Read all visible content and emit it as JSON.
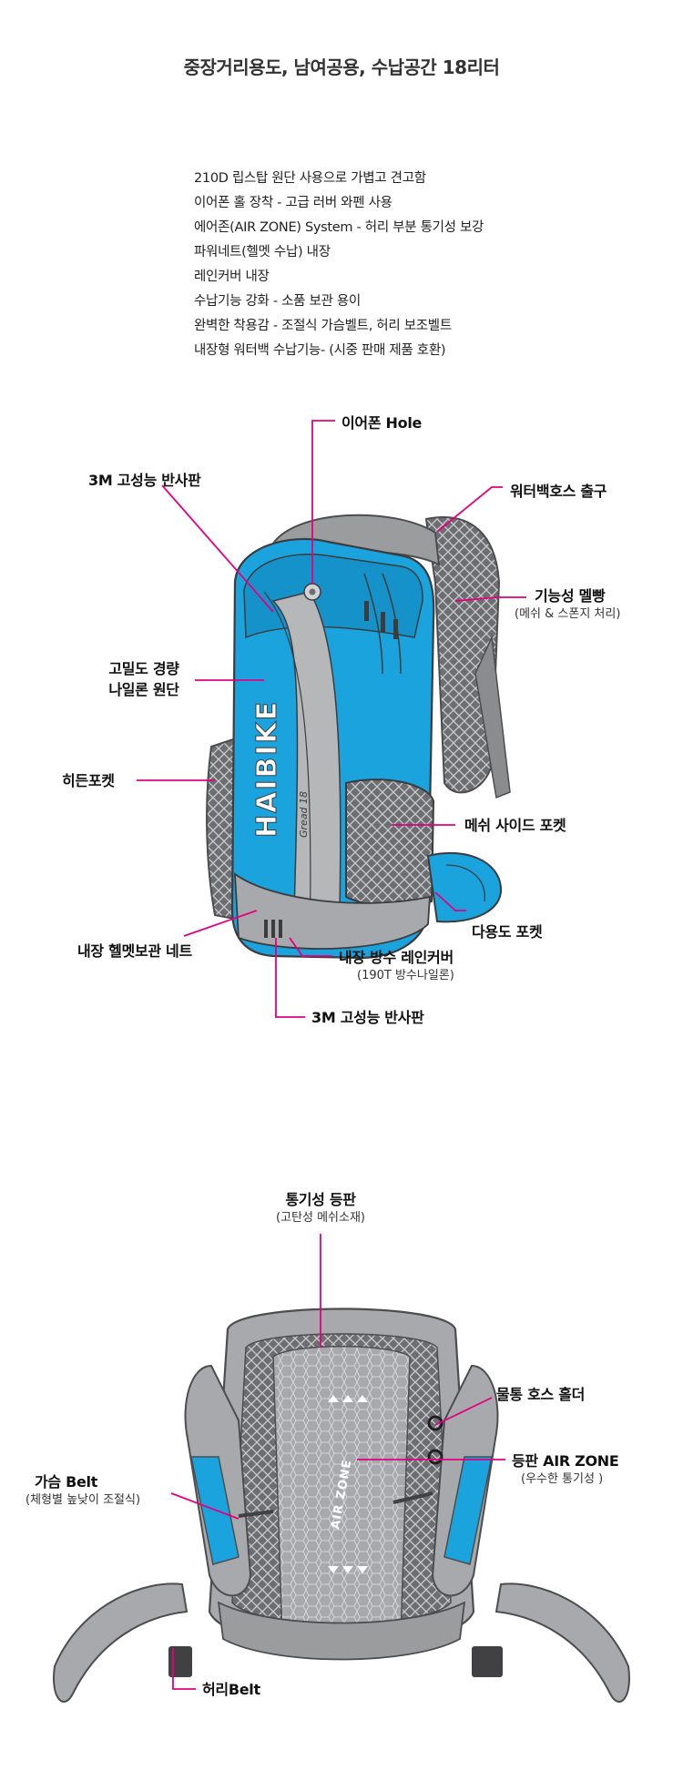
{
  "title": "중장거리용도, 남여공용,  수납공간 18리터",
  "features": [
    "210D 립스탑 원단 사용으로 가볍고 견고함",
    "이어폰 홀 장착 - 고급 러버 와펜 사용",
    "에어존(AIR ZONE) System - 허리 부분 통기성 보강",
    "파워네트(헬멧 수납) 내장",
    "레인커버 내장",
    "수납기능 강화 - 소품 보관 용이",
    "완벽한 착용감 - 조절식 가슴벨트, 허리 보조벨트",
    "내장형 워터백 수납기능- (시중 판매 제품 호환)"
  ],
  "front": {
    "earphone_hole": "이어폰 Hole",
    "reflector_top": "3M 고성능 반사판",
    "hose_outlet": "워터백호스 출구",
    "shoulder_strap": "기능성 멜빵",
    "shoulder_strap_sub": "(메쉬 & 스폰지 처리)",
    "nylon_line1": "고밀도 경량",
    "nylon_line2": "나일론 원단",
    "hidden_pocket": "히든포켓",
    "mesh_side_pocket": "메쉬 사이드 포켓",
    "multi_pocket": "다용도 포켓",
    "helmet_net": "내장 헬멧보관 네트",
    "rain_cover": "내장 방수 레인커버",
    "rain_cover_sub": "(190T 방수나일론)",
    "reflector_bottom": "3M 고성능 반사판",
    "brand_text": "HAIBIKE",
    "model_text": "Gread 18"
  },
  "back": {
    "back_panel": "통기성 등판",
    "back_panel_sub": "(고탄성 메쉬소재)",
    "hose_holder": "물통 호스 홀더",
    "air_zone": "등판 AIR ZONE",
    "air_zone_sub": "(우수한 통기성 )",
    "chest_belt": "가슴 Belt",
    "chest_belt_sub": "(체형별 높낮이 조절식)",
    "waist_belt": "허리Belt",
    "panel_text": "AIR ZONE"
  },
  "colors": {
    "accent": "#e4007f",
    "blue": "#1aa3dd",
    "gray": "#a7a9ac",
    "dark": "#58595b"
  }
}
